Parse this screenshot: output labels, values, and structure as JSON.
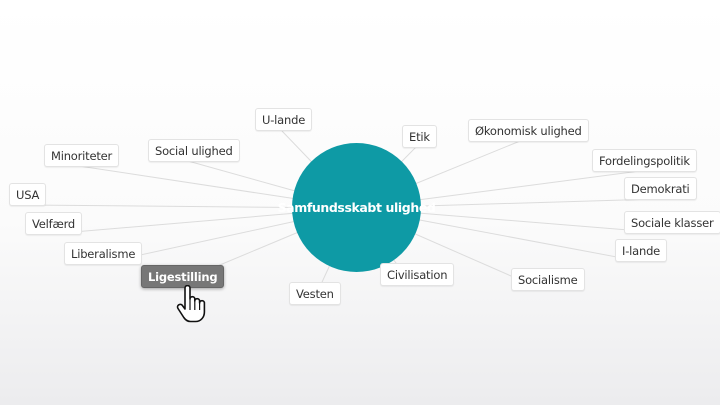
{
  "map": {
    "center": {
      "label": "Samfundsskabt ulighed",
      "color": "#0e9aa5"
    },
    "active_node": "Ligestilling",
    "nodes": [
      {
        "label": "U-lande"
      },
      {
        "label": "Etik"
      },
      {
        "label": "Økonomisk ulighed"
      },
      {
        "label": "Social ulighed"
      },
      {
        "label": "Minoriteter"
      },
      {
        "label": "Fordelingspolitik"
      },
      {
        "label": "USA"
      },
      {
        "label": "Demokrati"
      },
      {
        "label": "Velfærd"
      },
      {
        "label": "Sociale klasser"
      },
      {
        "label": "Liberalisme"
      },
      {
        "label": "I-lande"
      },
      {
        "label": "Ligestilling"
      },
      {
        "label": "Civilisation"
      },
      {
        "label": "Socialisme"
      },
      {
        "label": "Vesten"
      }
    ]
  },
  "cursor": {
    "icon": "hand-pointer-icon"
  }
}
